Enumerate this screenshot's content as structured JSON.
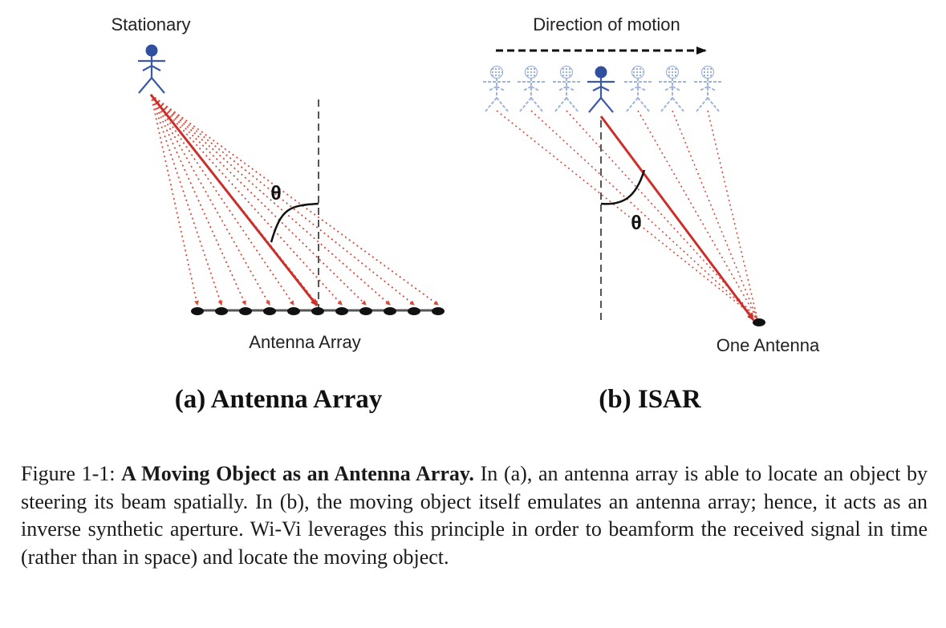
{
  "panel_a": {
    "figure_label": "Stationary",
    "angle_label": "θ",
    "array_label": "Antenna Array",
    "subcaption": "(a) Antenna Array"
  },
  "panel_b": {
    "motion_label": "Direction of motion",
    "angle_label": "θ",
    "antenna_label": "One Antenna",
    "subcaption": "(b) ISAR"
  },
  "caption": {
    "prefix": "Figure 1-1: ",
    "title": "A Moving Object as an Antenna Array.",
    "body": " In (a), an antenna array is able to locate an object by steering its beam spatially. In (b), the moving object itself emulates an antenna array; hence, it acts as an inverse synthetic aperture. Wi-Vi leverages this principle in order to beamform the received signal in time (rather than in space) and locate the moving object."
  },
  "colors": {
    "ray": "#d8483a",
    "arrow": "#cc2f2a",
    "person": "#3b5aa6",
    "person_head": "#2f4f9f",
    "ghost": "#9fb4da",
    "antenna": "#111111"
  }
}
